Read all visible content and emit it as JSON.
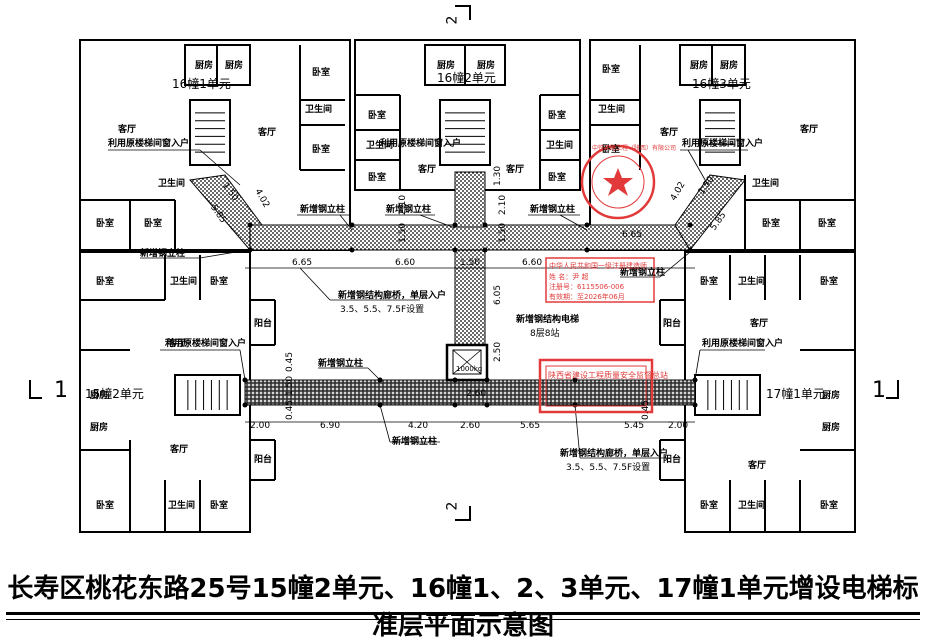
{
  "title": "长寿区桃花东路25号15幢2单元、16幢1、2、3单元、17幢1单元增设电梯标准层平面示意图",
  "units": {
    "u16_1": "16幢1单元",
    "u16_2": "16幢2单元",
    "u16_3": "16幢3单元",
    "u15_2": "15幢2单元",
    "u17_1": "17幢1单元"
  },
  "rooms": {
    "kitchen": "厨房",
    "bedroom": "卧室",
    "bathroom": "卫生间",
    "living": "客厅",
    "balcony": "阳台"
  },
  "notes": {
    "new_column": "新增钢立柱",
    "stair_window_entry": "利用原楼梯间窗入户",
    "corridor_line1": "新增钢结构廊桥，单层入户",
    "corridor_line2": "3.5、5.5、7.5F设置",
    "elevator_line1": "新增钢结构电梯",
    "elevator_line2": "8层8站",
    "elevator_load": "1000kg"
  },
  "section_marks": {
    "left": "1",
    "right": "1",
    "top": "2",
    "bottom": "2"
  },
  "dims": {
    "top_row": [
      "6.65",
      "6.60",
      "1.50",
      "6.60",
      "6.65"
    ],
    "bottom_row": [
      "2.00",
      "6.90",
      "4.20",
      "2.60",
      "5.65",
      "5.45",
      "2.00"
    ],
    "diag": [
      "4.02",
      "1.50",
      "5.85"
    ],
    "vertical": [
      "2.10",
      "1.50",
      "6.05",
      "2.50",
      "1.30",
      "0.45",
      "1.50",
      "2.60"
    ]
  },
  "stamp": {
    "round": "中铁天路工程（陕西）有限公司",
    "cert_title": "中华人民共和国一级注册建造师",
    "cert_name": "姓 名：尹 超",
    "cert_no": "注册号：6115506-006",
    "cert_date": "有效期：至2026年06月",
    "rect": "陕西省建设工程质量安全监督总站"
  },
  "colors": {
    "ink": "#000000",
    "stamp_red": "#e23a3a"
  }
}
